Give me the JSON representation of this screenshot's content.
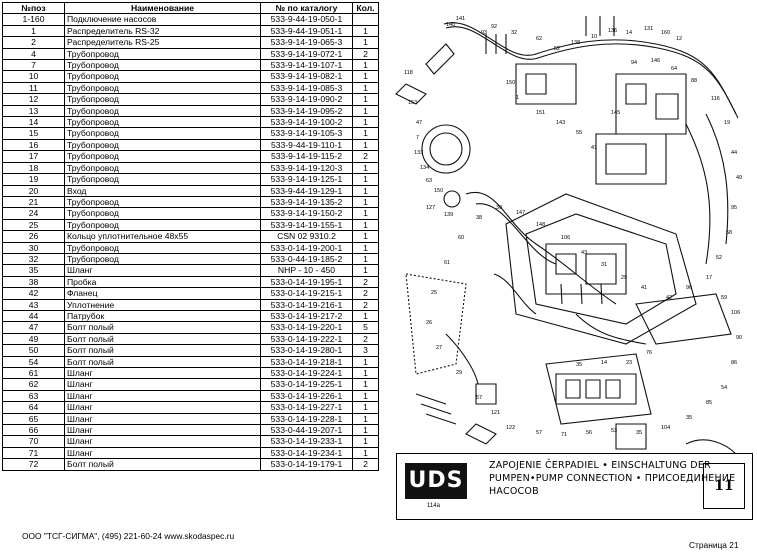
{
  "table": {
    "headers": [
      "№поз",
      "Наименование",
      "№ по каталогу",
      "Кол."
    ],
    "rows": [
      [
        "1-160",
        "Подключение насосов",
        "533-9-44-19-050-1",
        ""
      ],
      [
        "1",
        "Распределитель RS-32",
        "533-9-44-19-051-1",
        "1"
      ],
      [
        "2",
        "Распределитель RS-25",
        "533-9-14-19-065-3",
        "1"
      ],
      [
        "4",
        "Трубопровод",
        "533-9-14-19-072-1",
        "2"
      ],
      [
        "7",
        "Трубопровод",
        "533-9-14-19-107-1",
        "1"
      ],
      [
        "10",
        "Трубопровод",
        "533-9-14-19-082-1",
        "1"
      ],
      [
        "11",
        "Трубопровод",
        "533-9-14-19-085-3",
        "1"
      ],
      [
        "12",
        "Трубопровод",
        "533-9-14-19-090-2",
        "1"
      ],
      [
        "13",
        "Трубопровод",
        "533-9-14-19-095-2",
        "1"
      ],
      [
        "14",
        "Трубопровод",
        "533-9-14-19-100-2",
        "1"
      ],
      [
        "15",
        "Трубопровод",
        "533-9-14-19-105-3",
        "1"
      ],
      [
        "16",
        "Трубопровод",
        "533-9-44-19-110-1",
        "1"
      ],
      [
        "17",
        "Трубопровод",
        "533-9-14-19-115-2",
        "2"
      ],
      [
        "18",
        "Трубопровод",
        "533-9-14-19-120-3",
        "1"
      ],
      [
        "19",
        "Трубопровод",
        "533-9-14-19-125-1",
        "1"
      ],
      [
        "20",
        "Вход",
        "533-9-44-19-129-1",
        "1"
      ],
      [
        "21",
        "Трубопровод",
        "533-9-14-19-135-2",
        "1"
      ],
      [
        "24",
        "Трубопровод",
        "533-9-14-19-150-2",
        "1"
      ],
      [
        "25",
        "Трубопровод",
        "533-9-14-19-155-1",
        "1"
      ],
      [
        "26",
        "Кольцо уплотнительное 48х55",
        "CSN  02  9310.2",
        "1"
      ],
      [
        "30",
        "Трубопровод",
        "533-0-14-19-200-1",
        "1"
      ],
      [
        "32",
        "Трубопровод",
        "533-0-44-19-185-2",
        "1"
      ],
      [
        "35",
        "Шланг",
        "NHP - 10 - 450",
        "1"
      ],
      [
        "38",
        "Пробка",
        "533-0-14-19-195-1",
        "2"
      ],
      [
        "42",
        "Фланец",
        "533-0-14-19-215-1",
        "2"
      ],
      [
        "43",
        "Уплотнение",
        "533-0-14-19-216-1",
        "2"
      ],
      [
        "44",
        "Патрубок",
        "533-0-14-19-217-2",
        "1"
      ],
      [
        "47",
        "Болт полый",
        "533-0-14-19-220-1",
        "5"
      ],
      [
        "49",
        "Болт полый",
        "533-0-14-19-222-1",
        "2"
      ],
      [
        "50",
        "Болт полый",
        "533-0-14-19-280-1",
        "3"
      ],
      [
        "54",
        "Болт полый",
        "533-0-14-19-218-1",
        "1"
      ],
      [
        "61",
        "Шланг",
        "533-0-14-19-224-1",
        "1"
      ],
      [
        "62",
        "Шланг",
        "533-0-14-19-225-1",
        "1"
      ],
      [
        "63",
        "Шланг",
        "533-0-14-19-226-1",
        "1"
      ],
      [
        "64",
        "Шланг",
        "533-0-14-19-227-1",
        "1"
      ],
      [
        "65",
        "Шланг",
        "533-0-14-19-228-1",
        "1"
      ],
      [
        "66",
        "Шланг",
        "533-0-44-19-207-1",
        "1"
      ],
      [
        "70",
        "Шланг",
        "533-0-14-19-233-1",
        "1"
      ],
      [
        "71",
        "Шланг",
        "533-0-14-19-234-1",
        "1"
      ],
      [
        "72",
        "Болт полый",
        "533-0-14-19-179-1",
        "2"
      ]
    ]
  },
  "footer": {
    "company": "ООО \"ТСГ-СИГМА\", (495) 221-60-24 www.skodaspec.ru",
    "page": "Страница 21"
  },
  "title_block": {
    "logo": "UDS",
    "logo_sub": "114a",
    "line1": "ZAPOJENIE ČERPADIEL • EINSCHALTUNG DER",
    "line2": "PUMPEN•PUMP CONNECTION • ПРИСОЕДИНЕНИЕ",
    "line3": "НАСОСОВ",
    "sheet": "11"
  },
  "diagram_labels": [
    "140",
    "141",
    "93",
    "92",
    "32",
    "62",
    "52",
    "138",
    "10",
    "136",
    "14",
    "131",
    "160",
    "12",
    "118",
    "153",
    "47",
    "7",
    "133",
    "134",
    "63",
    "150",
    "127",
    "139",
    "150",
    "1",
    "151",
    "143",
    "55",
    "41",
    "145",
    "94",
    "146",
    "64",
    "88",
    "116",
    "19",
    "44",
    "49",
    "95",
    "58",
    "52",
    "17",
    "96",
    "42",
    "41",
    "29",
    "31",
    "43",
    "106",
    "148",
    "147",
    "30",
    "38",
    "60",
    "61",
    "25",
    "26",
    "27",
    "29",
    "57",
    "121",
    "122",
    "57",
    "71",
    "56",
    "53",
    "35",
    "104",
    "35",
    "85",
    "54",
    "86",
    "90",
    "106",
    "59",
    "76",
    "23",
    "14",
    "35"
  ]
}
